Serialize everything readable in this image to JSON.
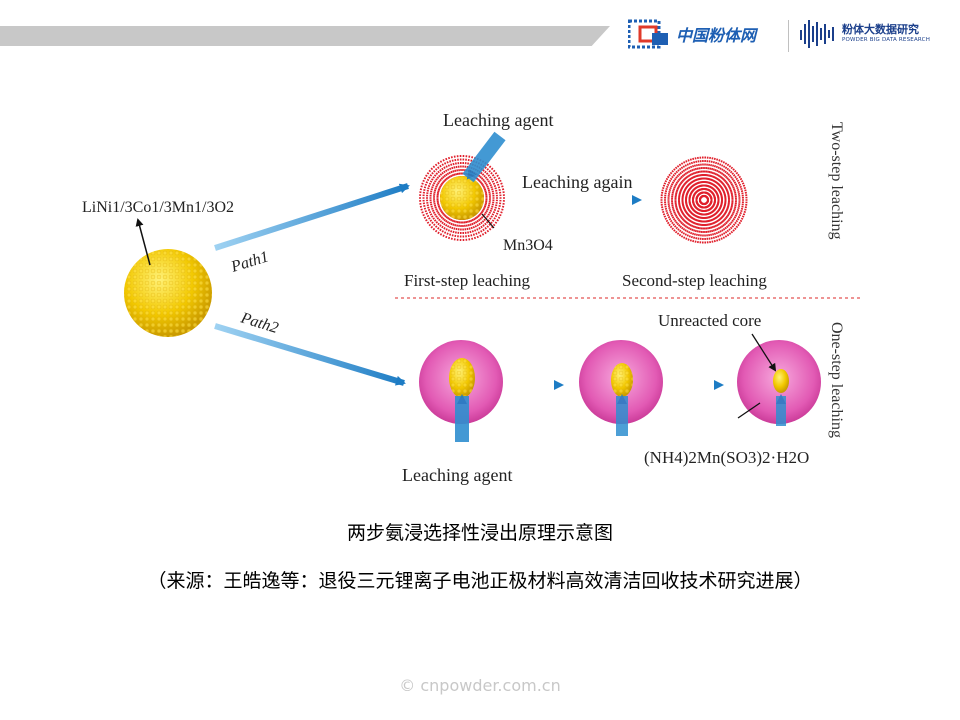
{
  "header": {
    "brand_cn": "中国粉体网",
    "brand2_cn": "粉体大数据研究",
    "brand2_en": "POWDER BIG DATA RESEARCH"
  },
  "diagram": {
    "particle_label": "LiNi1/3Co1/3Mn1/3O2",
    "path1": "Path1",
    "path2": "Path2",
    "agent_top": "Leaching agent",
    "leaching_again": "Leaching again",
    "mn3o4": "Mn3O4",
    "first_step": "First-step leaching",
    "second_step": "Second-step leaching",
    "unreacted_core": "Unreacted core",
    "agent_bottom": "Leaching agent",
    "product": "(NH4)2Mn(SO3)2·H2O",
    "two_step": "Two-step leaching",
    "one_step": "One-step leaching"
  },
  "caption": {
    "title": "两步氨浸选择性浸出原理示意图",
    "source": "（来源：王皓逸等：退役三元锂离子电池正极材料高效清洁回收技术研究进展）"
  },
  "footer": {
    "watermark": "© cnpowder.com.cn"
  },
  "colors": {
    "arrow_blue": "#2f8fd0",
    "particle_yellow": "#f2c800",
    "shell_pink": "#e25ab4",
    "spike_red": "#e0202c",
    "logo_blue": "#1e5fb3"
  }
}
